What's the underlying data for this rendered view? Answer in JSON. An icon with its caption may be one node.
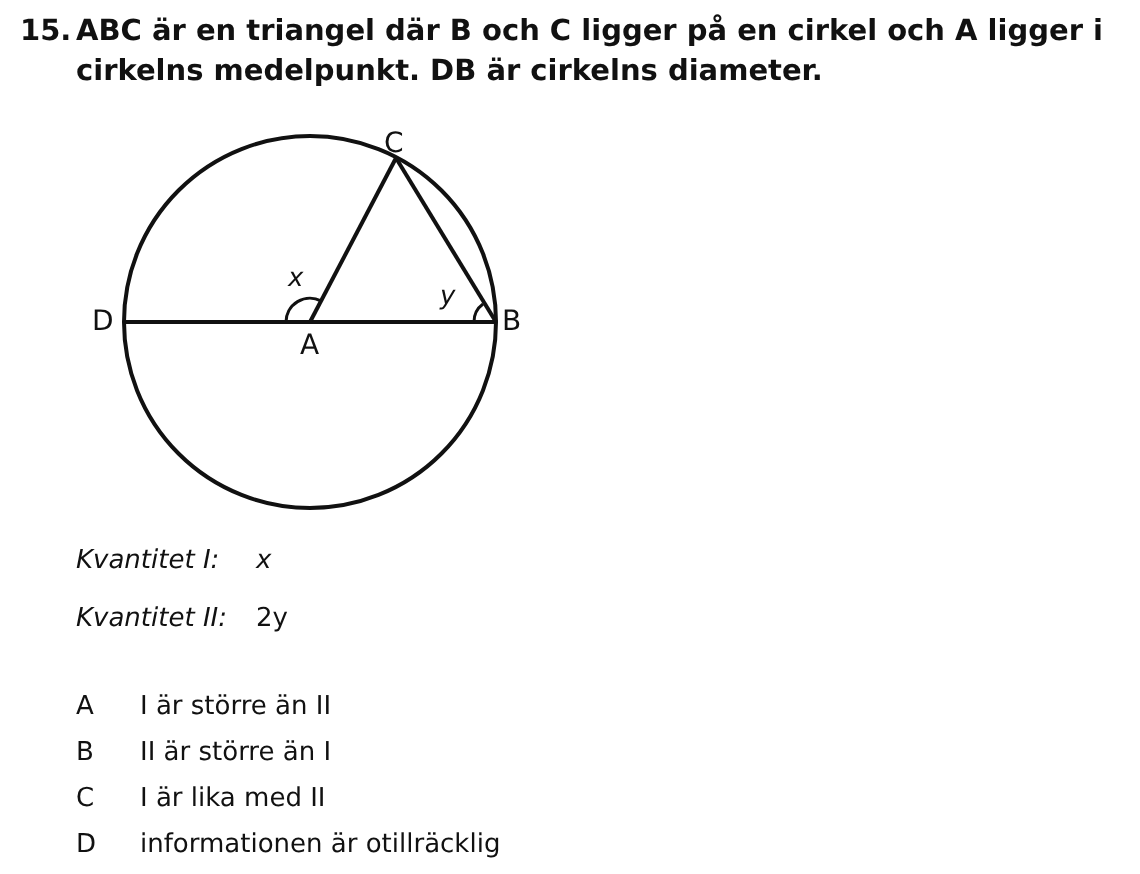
{
  "diagram": {
    "title": "ABC är en triangel där B och C ligger på en cirkel och A ligger i cirkelns medelpunkt. DB är cirkelns diameter.",
    "nodes": [
      {
        "text": [
          "C"
        ]
      },
      {
        "text": [
          "D"
        ]
      },
      {
        "text": [
          "A"
        ]
      },
      {
        "text": [
          "B"
        ]
      }
    ],
    "edges": [
      {
        "from": 1,
        "to": 3,
        "arrow": "none"
      },
      {
        "from": 2,
        "to": 0,
        "arrow": "none"
      },
      {
        "from": 0,
        "to": 3,
        "arrow": "none"
      }
    ],
    "labels": [
      "15.",
      "x",
      "y",
      "Kvantitet I:",
      "x",
      "Kvantitet II:",
      "2y",
      "A",
      "I är större än II",
      "B",
      "II är större än I",
      "C",
      "I är lika med II",
      "D",
      "informationen är otillräcklig"
    ]
  }
}
